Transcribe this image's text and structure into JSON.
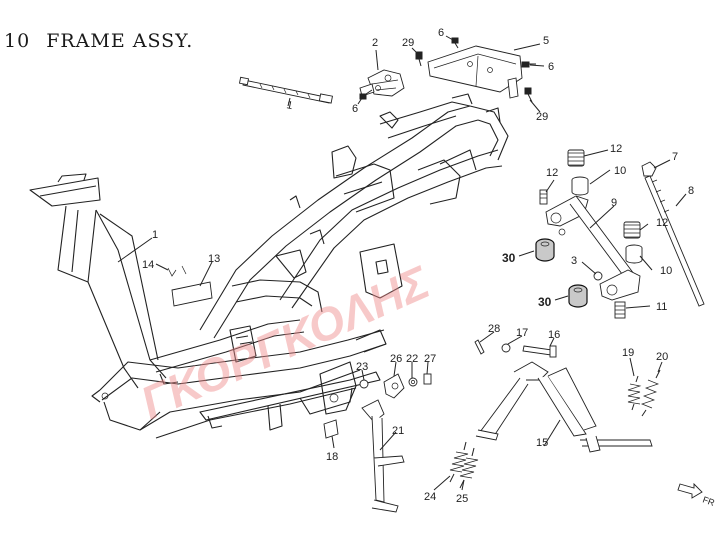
{
  "title": {
    "number": "10",
    "text": "FRAME ASSY."
  },
  "watermark": "ΓΚΟΡΓΚΟΛΗΣ",
  "forward_label": "FR",
  "callouts": {
    "c1": "1",
    "c2": "2",
    "c3": "3",
    "c5": "5",
    "c6a": "6",
    "c6b": "6",
    "c6c": "6",
    "c7": "7",
    "c8": "8",
    "c9": "9",
    "c10a": "10",
    "c10b": "10",
    "c11": "11",
    "c12a": "12",
    "c12b": "12",
    "c12c": "12",
    "c13": "13",
    "c14": "14",
    "c15": "15",
    "c16": "16",
    "c17": "17",
    "c18": "18",
    "c19": "19",
    "c20": "20",
    "c21": "21",
    "c22": "22",
    "c23": "23",
    "c24": "24",
    "c25": "25",
    "c26": "26",
    "c27": "27",
    "c28": "28",
    "c29a": "29",
    "c29b": "29",
    "c30a": "30",
    "c30b": "30",
    "cLink": "1"
  },
  "colors": {
    "line": "#222222",
    "watermark": "#ef8a8a",
    "rubber": "#c9c9c9"
  }
}
